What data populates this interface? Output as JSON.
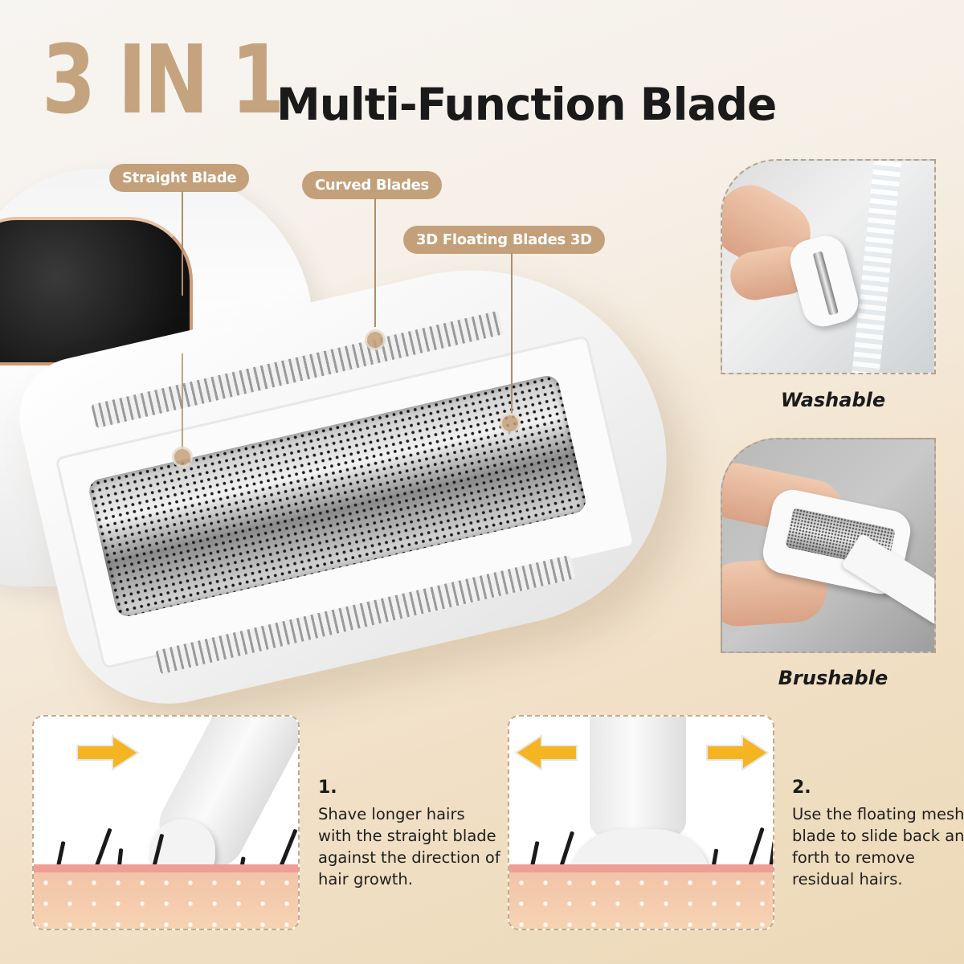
{
  "header": {
    "big_title": "3 IN 1",
    "subtitle": "Multi-Function Blade",
    "accent_color": "#c4a37e"
  },
  "product": {
    "labels": [
      {
        "text": "Straight Blade"
      },
      {
        "text": "Curved Blades"
      },
      {
        "text": "3D Floating Blades 3D"
      }
    ],
    "label_color": "#c4a07a"
  },
  "features": [
    {
      "caption": "Washable",
      "image": "hand-rinsing-shaver-head-under-water"
    },
    {
      "caption": "Brushable",
      "image": "cleaning-brush-on-shaver-head"
    }
  ],
  "steps": [
    {
      "number": "1.",
      "text": "Shave longer hairs with the straight blade against the direction of hair growth.",
      "arrows": [
        "right-arrow-icon"
      ]
    },
    {
      "number": "2.",
      "text": "Use the floating mesh blade to slide back and forth to remove residual hairs.",
      "arrows": [
        "left-arrow-icon",
        "right-arrow-icon"
      ]
    }
  ],
  "colors": {
    "arrow": "#f5b523",
    "skin_top": "#ef9e96",
    "skin": "#f6d3b2",
    "text": "#1a1a1a"
  }
}
